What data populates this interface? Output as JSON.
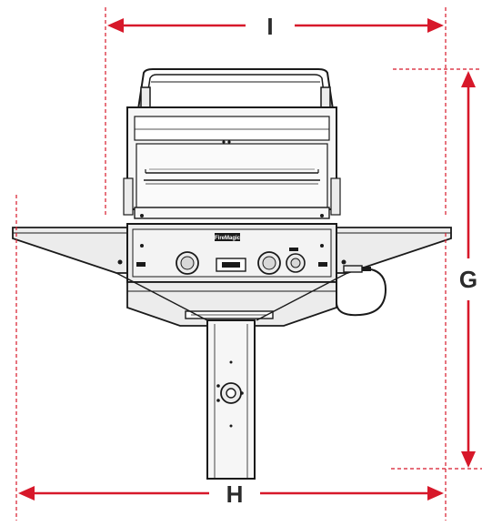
{
  "colors": {
    "dimension_accent": "#d7182a",
    "line_art": "#1a1a1a"
  },
  "dimensions": {
    "width_overall_label": "H",
    "width_head_label": "I",
    "height_overall_label": "G"
  },
  "grill": {
    "logo_text": "FireMagic"
  }
}
